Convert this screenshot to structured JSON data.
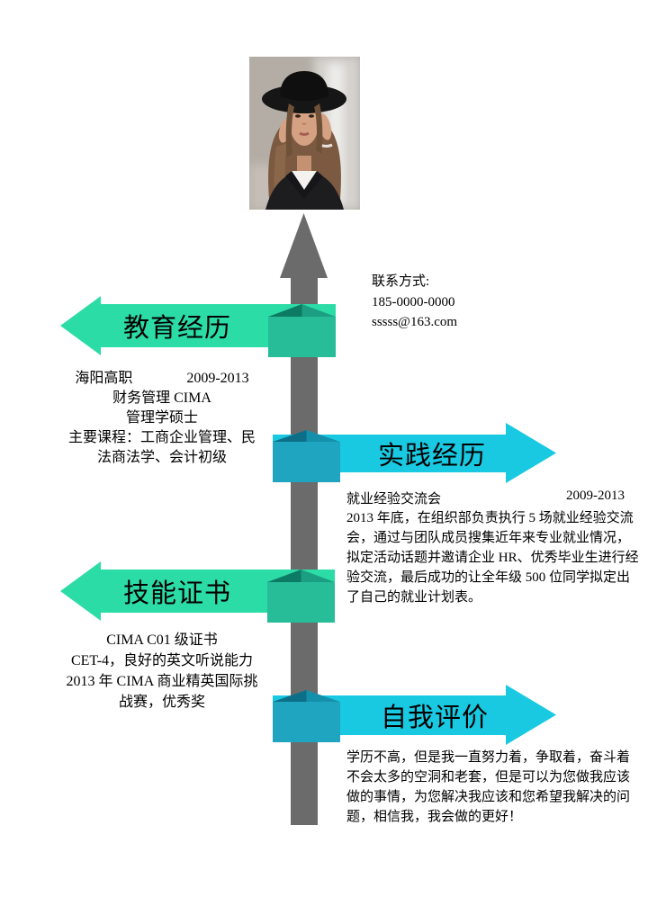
{
  "colors": {
    "timeline_gray": "#6b6b6b",
    "green_band": "#2cdca6",
    "green_box": "#26bd98",
    "green_roof_l": "#0d7a64",
    "green_roof_r": "#1b9e82",
    "cyan_band": "#19c9e2",
    "cyan_box": "#1fa5bf",
    "cyan_roof_l": "#0c6f87",
    "cyan_roof_r": "#1590ab"
  },
  "contact": {
    "label": "联系方式:",
    "phone": "185-0000-0000",
    "email": "sssss@163.com"
  },
  "sections": [
    {
      "title": "教育经历",
      "details": "海阳高职               2009-2013\n财务管理 CIMA\n管理学硕士\n主要课程：工商企业管理、民\n法商法学、会计初级"
    },
    {
      "title": "实践经历",
      "org": "就业经验交流会",
      "period": "2009-2013",
      "details": "2013 年底，在组织部负责执行 5 场就业经验交流\n会，通过与团队成员搜集近年来专业就业情况，\n拟定活动话题并邀请企业 HR、优秀毕业生进行经\n验交流，最后成功的让全年级 500 位同学拟定出\n了自己的就业计划表。"
    },
    {
      "title": "技能证书",
      "details": "CIMA C01 级证书\nCET-4，良好的英文听说能力\n2013 年 CIMA 商业精英国际挑\n战赛，优秀奖"
    },
    {
      "title": "自我评价",
      "details": "学历不高，但是我一直努力着，争取着，奋斗着\n不会太多的空洞和老套，但是可以为您做我应该\n做的事情，为您解决我应该和您希望我解决的问\n题，相信我，我会做的更好！"
    }
  ]
}
